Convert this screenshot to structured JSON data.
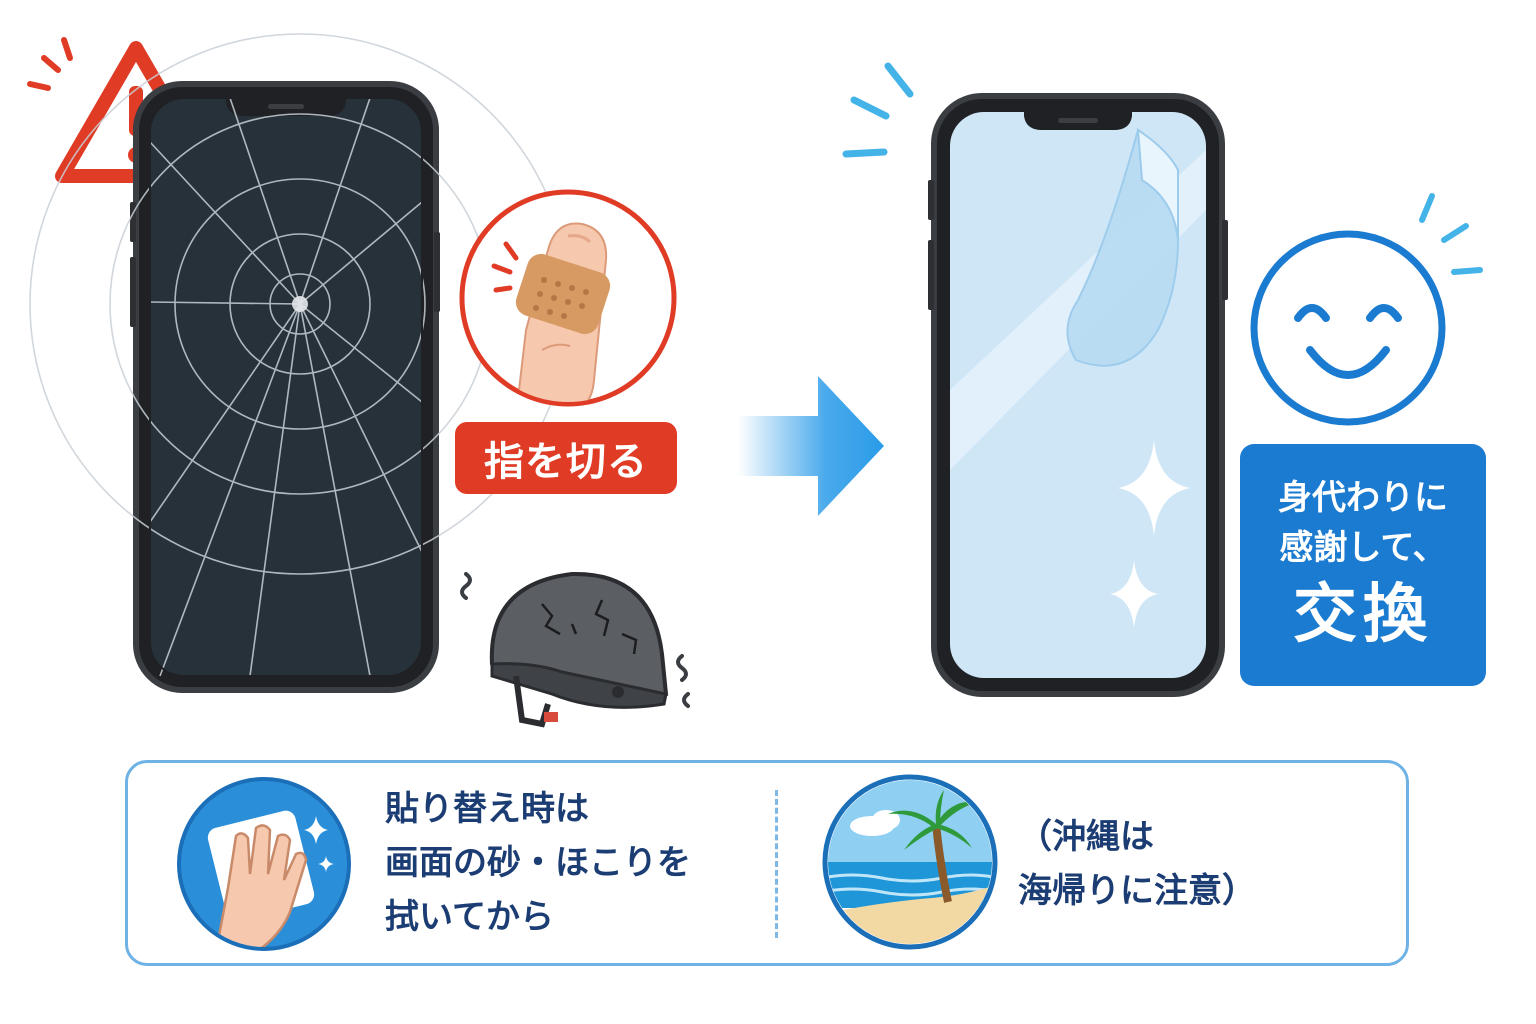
{
  "warning": {
    "cut_finger_label": "指を切る"
  },
  "replace": {
    "line1": "身代わりに",
    "line2": "感謝して、",
    "line3": "交換"
  },
  "tips": {
    "wipe": [
      "貼り替え時は",
      "画面の砂・ほこりを",
      "拭いてから"
    ],
    "okinawa": [
      "（沖縄は",
      "海帰りに注意）"
    ]
  },
  "colors": {
    "warning_red": "#e03b25",
    "accent_blue": "#1a7bd1",
    "text_navy": "#1c3d73"
  },
  "icons": [
    "warning-icon",
    "bandaged-finger-icon",
    "cracked-helmet-icon",
    "arrow-right-icon",
    "smiley-icon",
    "sparkle-icon",
    "wiping-hand-icon",
    "beach-palm-icon"
  ]
}
